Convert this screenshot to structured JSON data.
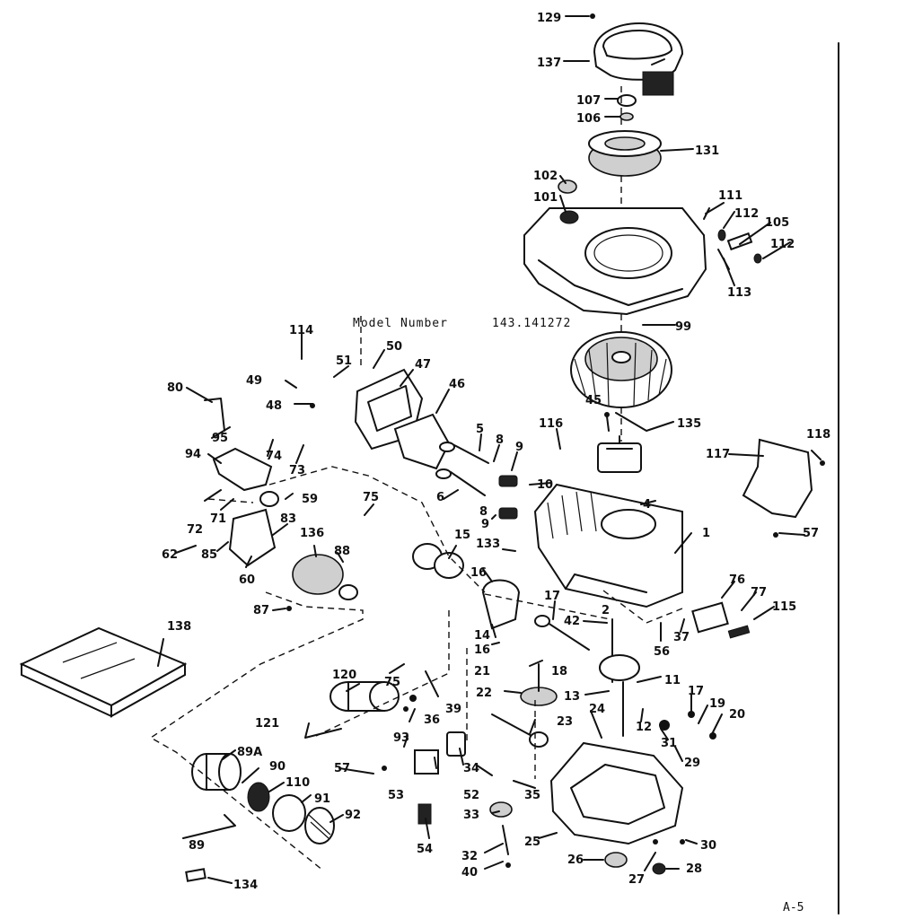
{
  "model_label": "Model Number",
  "model_number": "143.141272",
  "page_ref": "A-5",
  "callouts": [
    "129",
    "137",
    "107",
    "106",
    "131",
    "102",
    "101",
    "111",
    "112",
    "105",
    "112",
    "113",
    "99",
    "114",
    "50",
    "51",
    "47",
    "49",
    "48",
    "46",
    "80",
    "95",
    "74",
    "73",
    "94",
    "5",
    "8",
    "9",
    "116",
    "45",
    "135",
    "118",
    "117",
    "57",
    "6",
    "8",
    "10",
    "9",
    "4",
    "133",
    "1",
    "59",
    "75",
    "72",
    "71",
    "83",
    "136",
    "88",
    "15",
    "16",
    "62",
    "85",
    "60",
    "87",
    "2",
    "76",
    "77",
    "115",
    "17",
    "42",
    "14",
    "16",
    "18",
    "138",
    "21",
    "56",
    "37",
    "11",
    "120",
    "75",
    "39",
    "22",
    "13",
    "17",
    "19",
    "20",
    "121",
    "36",
    "93",
    "23",
    "24",
    "12",
    "31",
    "89A",
    "57",
    "90",
    "110",
    "53",
    "52",
    "34",
    "35",
    "29",
    "91",
    "92",
    "33",
    "89",
    "54",
    "25",
    "32",
    "40",
    "26",
    "27",
    "30",
    "28",
    "134"
  ]
}
